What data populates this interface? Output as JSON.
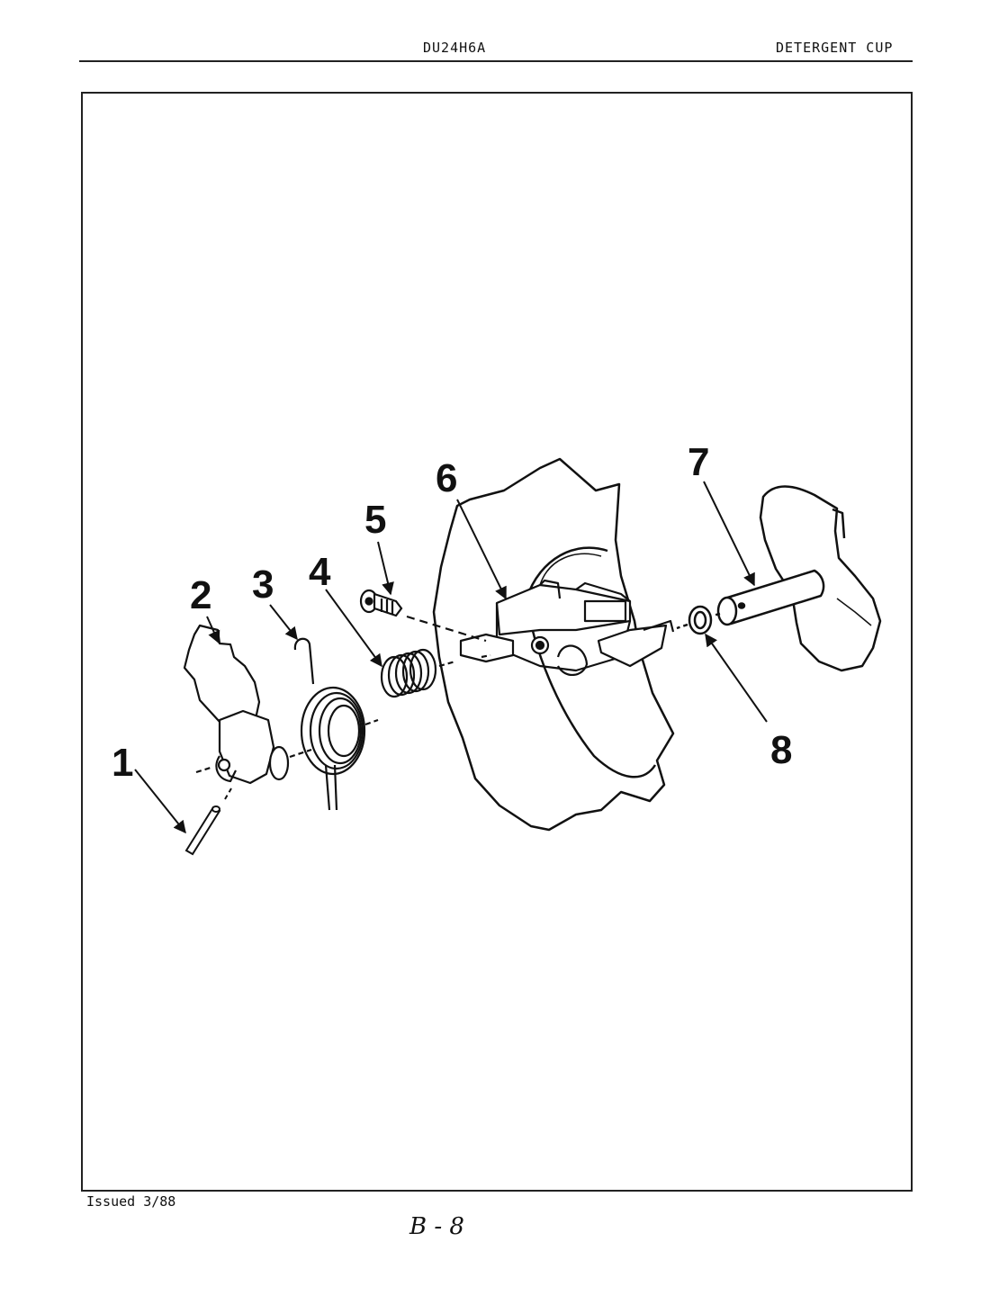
{
  "header": {
    "model": "DU24H6A",
    "section": "DETERGENT CUP"
  },
  "footer": {
    "issued": "Issued 3/88",
    "page": "B - 8"
  },
  "callouts": [
    {
      "id": "1",
      "text": "1"
    },
    {
      "id": "2",
      "text": "2"
    },
    {
      "id": "3",
      "text": "3"
    },
    {
      "id": "4",
      "text": "4"
    },
    {
      "id": "5",
      "text": "5"
    },
    {
      "id": "6",
      "text": "6"
    },
    {
      "id": "7",
      "text": "7"
    },
    {
      "id": "8",
      "text": "8"
    }
  ]
}
